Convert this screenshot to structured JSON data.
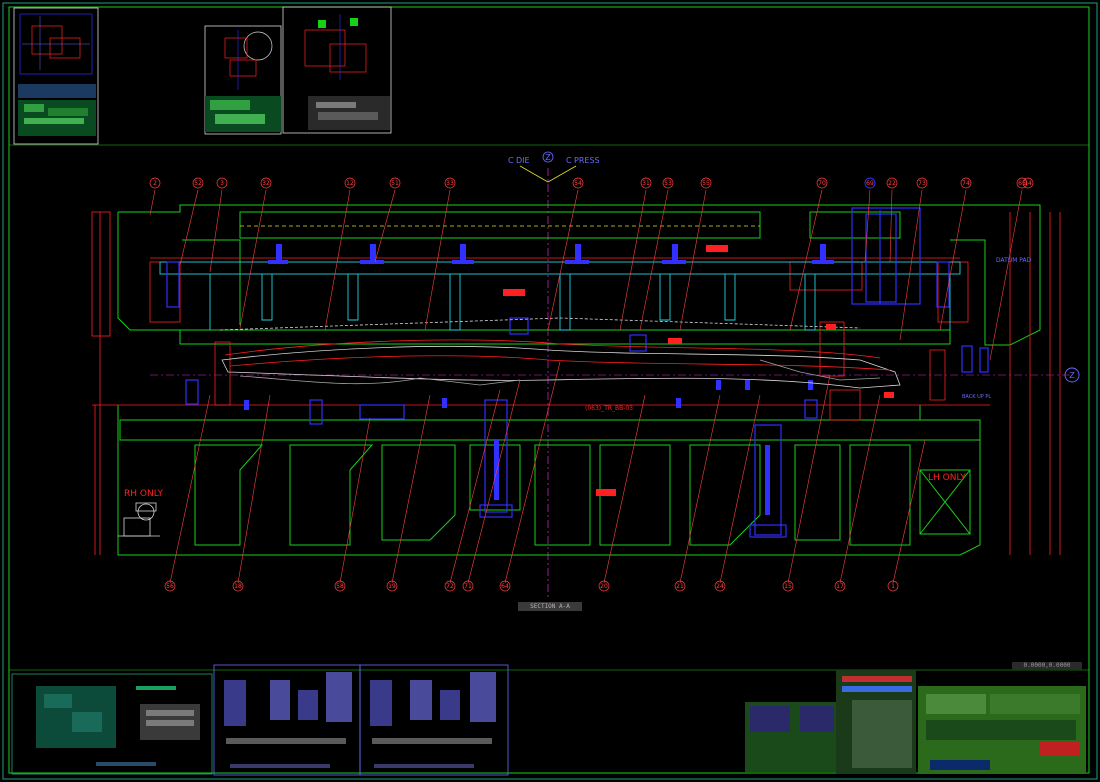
{
  "drawing": {
    "center_marks": {
      "die": "DIE",
      "press": "PRESS",
      "center_symbol": "C",
      "z_symbol": "Z"
    },
    "notes": {
      "rh_only": "RH ONLY",
      "lh_only": "LH ONLY",
      "datum_pad": "DATUM PAD",
      "back_up": "BACK UP PL",
      "part_code": "(063)_TR_BB-03"
    },
    "balloons_top": [
      "2",
      "52",
      "3",
      "32",
      "12",
      "51",
      "33",
      "54",
      "31",
      "53",
      "55",
      "70",
      "69",
      "22",
      "73",
      "74",
      "65",
      "14"
    ],
    "balloons_bottom": [
      "56",
      "18",
      "58",
      "19",
      "72",
      "71",
      "64",
      "20",
      "21",
      "24",
      "15",
      "17",
      "1"
    ],
    "section_label": "SECTION A-A",
    "coord_readout": "0.0000,0.0000"
  },
  "colors": {
    "green": "#18d018",
    "red": "#ff2020",
    "blue": "#3030ff",
    "cyan": "#20d0e0",
    "white": "#d8d8d8",
    "magenta": "#e020e0",
    "yellow": "#e0e020",
    "border_teal": "#20a080"
  }
}
